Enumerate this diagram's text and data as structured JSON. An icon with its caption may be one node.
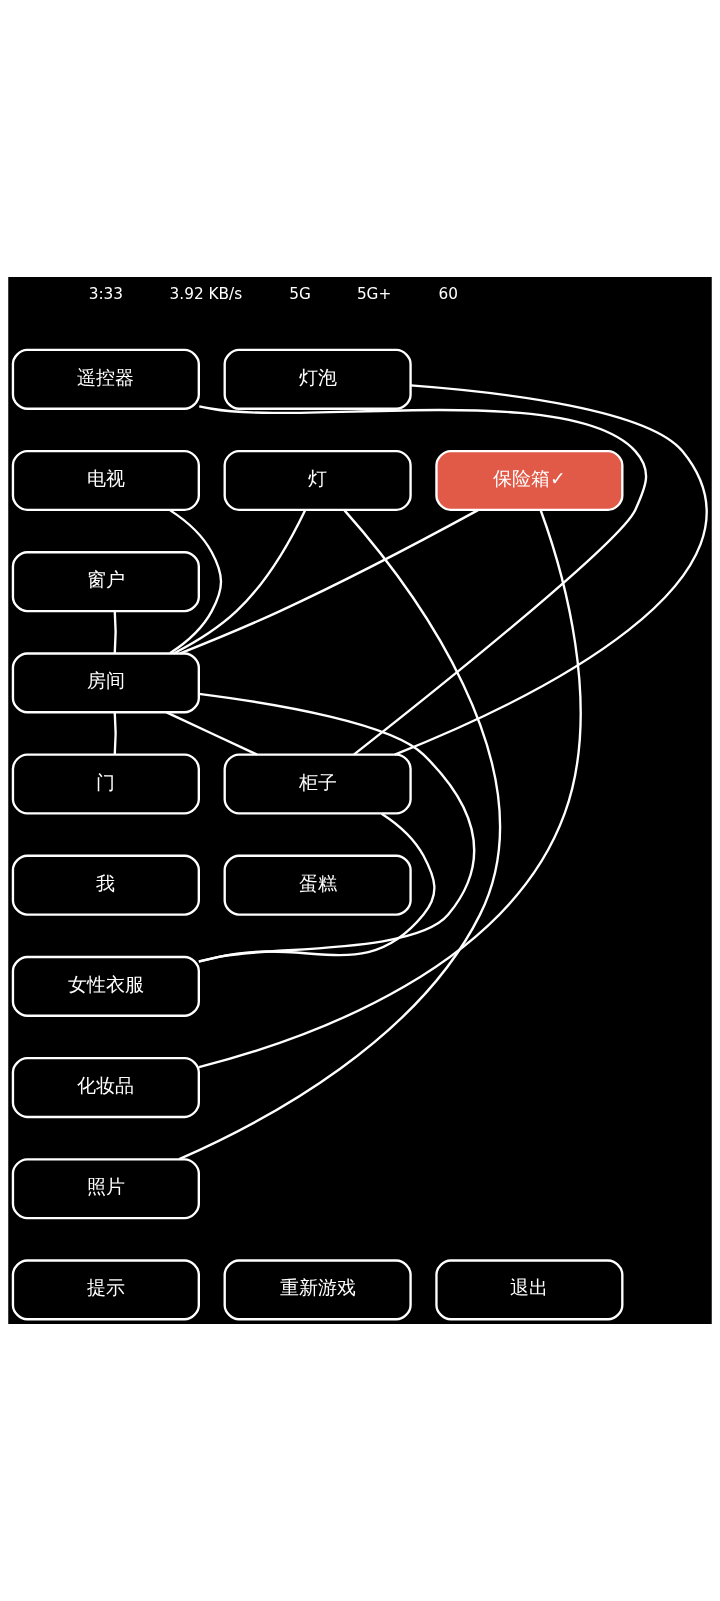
{
  "diagram": {
    "nodes": [
      {
        "text": [
          "灯泡"
        ]
      },
      {
        "text": [
          "遥控器"
        ]
      },
      {
        "text": [
          "灯"
        ]
      },
      {
        "text": [
          "保险箱✓"
        ]
      },
      {
        "text": [
          "电视"
        ]
      },
      {
        "text": [
          "窗户"
        ]
      },
      {
        "text": [
          "房间"
        ]
      },
      {
        "text": [
          "门"
        ]
      },
      {
        "text": [
          "柜子"
        ]
      },
      {
        "text": [
          "蛋糕"
        ]
      },
      {
        "text": [
          "我"
        ]
      },
      {
        "text": [
          "女性衣服"
        ]
      },
      {
        "text": [
          "化妆品"
        ]
      },
      {
        "text": [
          "照片"
        ]
      },
      {
        "text": [
          "提示"
        ]
      },
      {
        "text": [
          "重新游戏"
        ]
      },
      {
        "text": [
          "退出"
        ]
      }
    ],
    "edges": [
      {
        "from": 1,
        "to": 8,
        "arrow": "none"
      },
      {
        "from": 4,
        "to": 6,
        "arrow": "none"
      },
      {
        "from": 5,
        "to": 6,
        "arrow": "none"
      },
      {
        "from": 2,
        "to": 6,
        "arrow": "none"
      },
      {
        "from": 3,
        "to": 6,
        "arrow": "none"
      },
      {
        "from": 2,
        "to": 13,
        "arrow": "none"
      },
      {
        "from": 3,
        "to": 12,
        "arrow": "none"
      },
      {
        "from": 0,
        "to": 8,
        "arrow": "none"
      },
      {
        "from": 6,
        "to": 7,
        "arrow": "none"
      },
      {
        "from": 6,
        "to": 8,
        "arrow": "none"
      },
      {
        "from": 8,
        "to": 11,
        "arrow": "none"
      },
      {
        "from": 6,
        "to": 11,
        "arrow": "none"
      }
    ],
    "labels": [
      "3:33",
      "3.92 KB/s",
      "5G",
      "5G+",
      "60"
    ]
  }
}
